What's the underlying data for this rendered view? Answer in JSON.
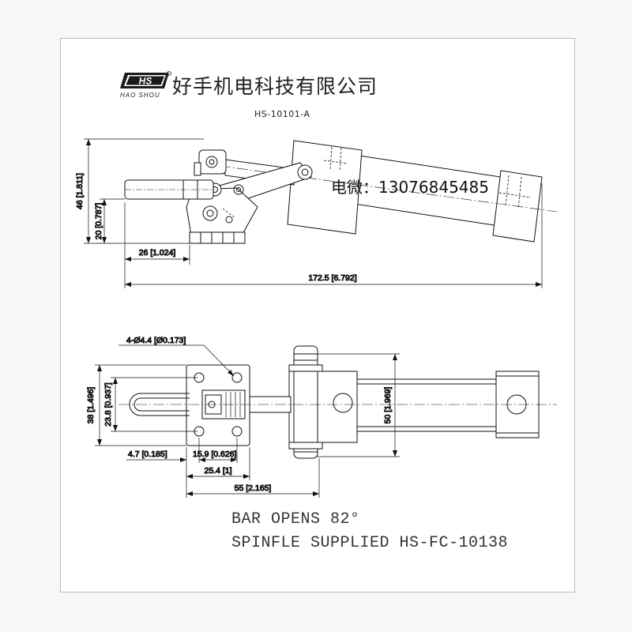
{
  "header": {
    "logo_text": "HS",
    "logo_subtext": "HAO SHOU",
    "company_name": "好手机电科技有限公司",
    "model_code": "HS-10101-A"
  },
  "contact": {
    "text": "电微：13076845485"
  },
  "dimensions": {
    "height_46": "46 [1.811]",
    "height_20": "20 [0.787]",
    "width_26": "26 [1.024]",
    "length_172": "172.5 [6.792]",
    "holes": "4-Ø4.4 [Ø0.173]",
    "height_38": "38 [1.496]",
    "height_23": "23.8 [0.937]",
    "height_50": "50 [1.969]",
    "width_4_7": "4.7 [0.185]",
    "width_15_9": "15.9 [0.626]",
    "width_25_4": "25.4 [1]",
    "width_55": "55 [2.165]"
  },
  "notes": {
    "line1": "BAR OPENS  82°",
    "line2": "SPINFLE SUPPLIED  HS-FC-10138"
  }
}
